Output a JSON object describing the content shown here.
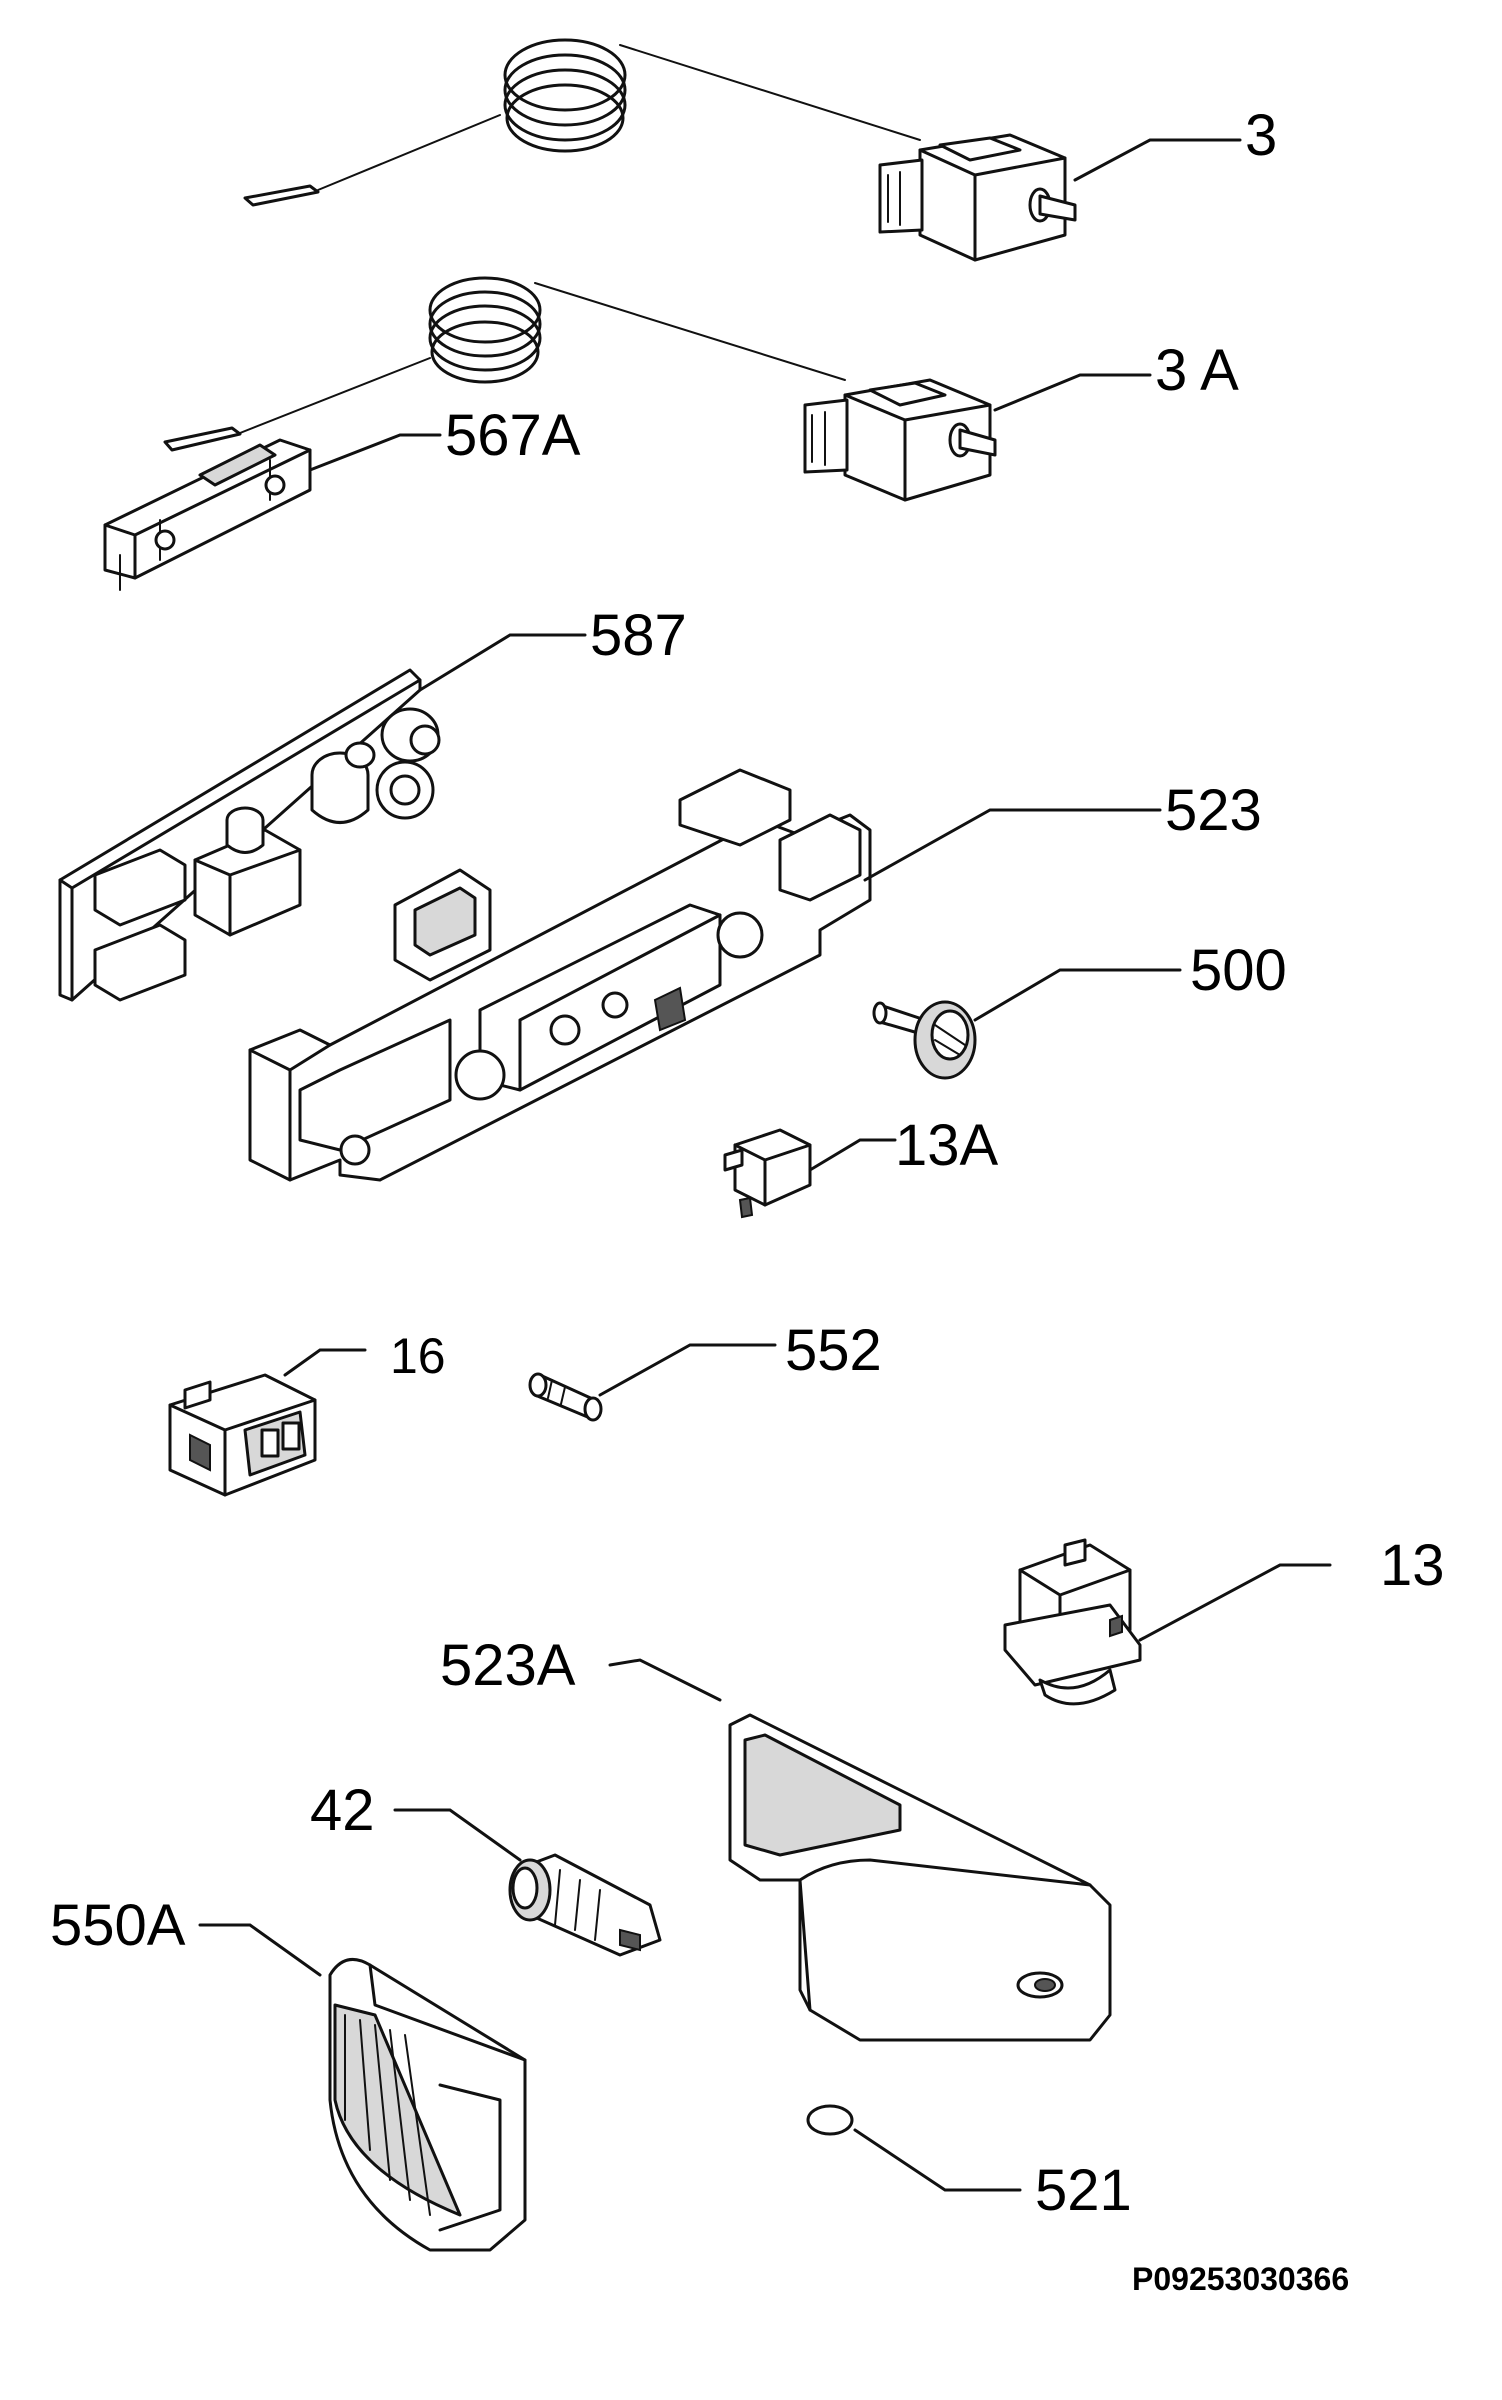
{
  "drawing_code": "P09253030366",
  "labels": [
    {
      "id": "3",
      "text": "3"
    },
    {
      "id": "3A",
      "text": "3 A"
    },
    {
      "id": "567A",
      "text": "567A"
    },
    {
      "id": "587",
      "text": "587"
    },
    {
      "id": "523",
      "text": "523"
    },
    {
      "id": "500",
      "text": "500"
    },
    {
      "id": "13A",
      "text": "13A"
    },
    {
      "id": "16",
      "text": "16"
    },
    {
      "id": "552",
      "text": "552"
    },
    {
      "id": "13",
      "text": "13"
    },
    {
      "id": "523A",
      "text": "523A"
    },
    {
      "id": "42",
      "text": "42"
    },
    {
      "id": "550A",
      "text": "550A"
    },
    {
      "id": "521",
      "text": "521"
    }
  ]
}
